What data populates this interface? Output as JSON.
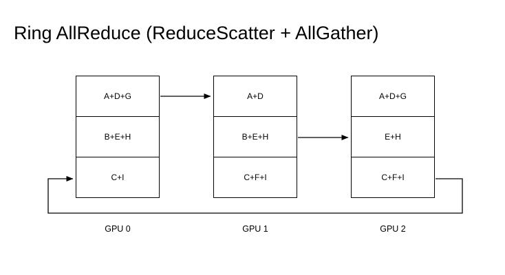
{
  "title": "Ring AllReduce (ReduceScatter + AllGather)",
  "gpus": [
    {
      "label": "GPU 0",
      "cells": [
        "A+D+G",
        "B+E+H",
        "C+I"
      ]
    },
    {
      "label": "GPU 1",
      "cells": [
        "A+D",
        "B+E+H",
        "C+F+I"
      ]
    },
    {
      "label": "GPU 2",
      "cells": [
        "A+D+G",
        "E+H",
        "C+F+I"
      ]
    }
  ],
  "arrows": [
    {
      "name": "gpu0-to-gpu1",
      "from": "GPU 0 cell A+D+G",
      "to": "GPU 1 cell A+D"
    },
    {
      "name": "gpu1-to-gpu2",
      "from": "GPU 1 cell B+E+H",
      "to": "GPU 2 cell E+H"
    },
    {
      "name": "gpu2-wrap-to-gpu0",
      "from": "GPU 2 cell C+F+I",
      "to": "GPU 0 cell C+I"
    }
  ],
  "colors": {
    "line": "#000000",
    "text": "#000000",
    "background": "#ffffff"
  }
}
